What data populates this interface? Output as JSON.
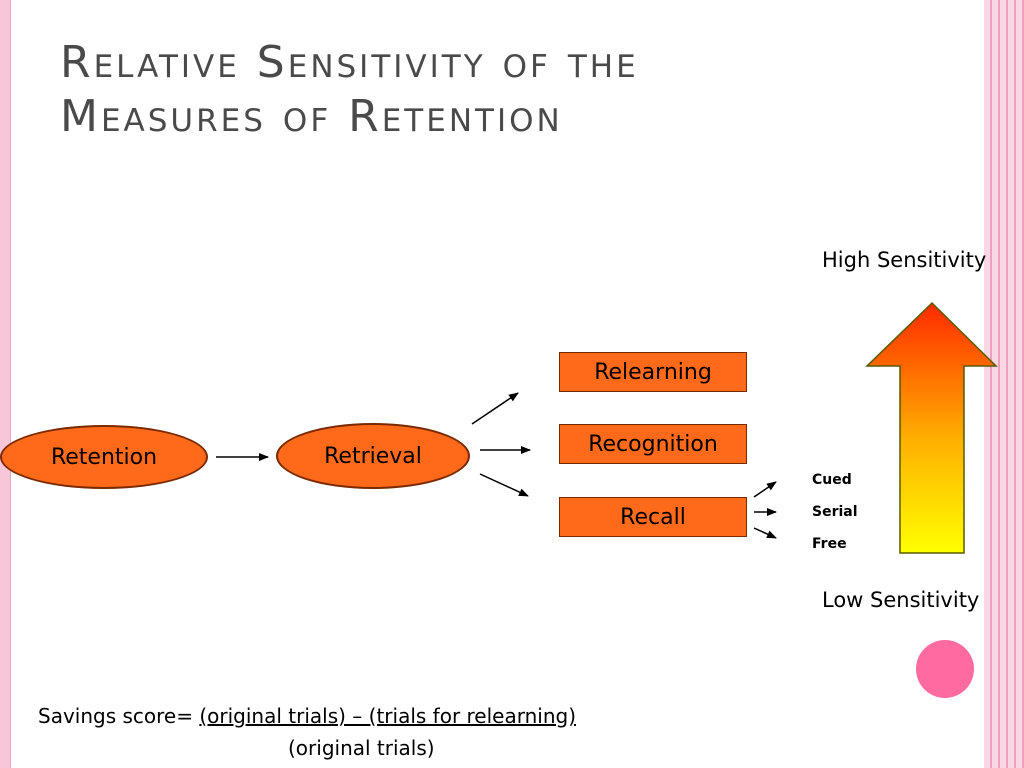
{
  "title": {
    "line1": "Relative Sensitivity of the",
    "line2": "Measures of Retention"
  },
  "sensitivity": {
    "high": "High Sensitivity",
    "low": "Low  Sensitivity"
  },
  "nodes": {
    "retention": "Retention",
    "retrieval": "Retrieval",
    "relearning": "Relearning",
    "recognition": "Recognition",
    "recall": "Recall"
  },
  "recall_types": [
    "Cued",
    "Serial",
    "Free"
  ],
  "formula": {
    "label": "Savings score= ",
    "numerator": "(original trials) – (trials for relearning)",
    "denominator": "(original trials)"
  },
  "colors": {
    "node_fill": "#ff6a1a",
    "arrow_top": "#ff2a00",
    "arrow_bottom": "#ffff00",
    "accent_circle": "#ff6aa0"
  }
}
